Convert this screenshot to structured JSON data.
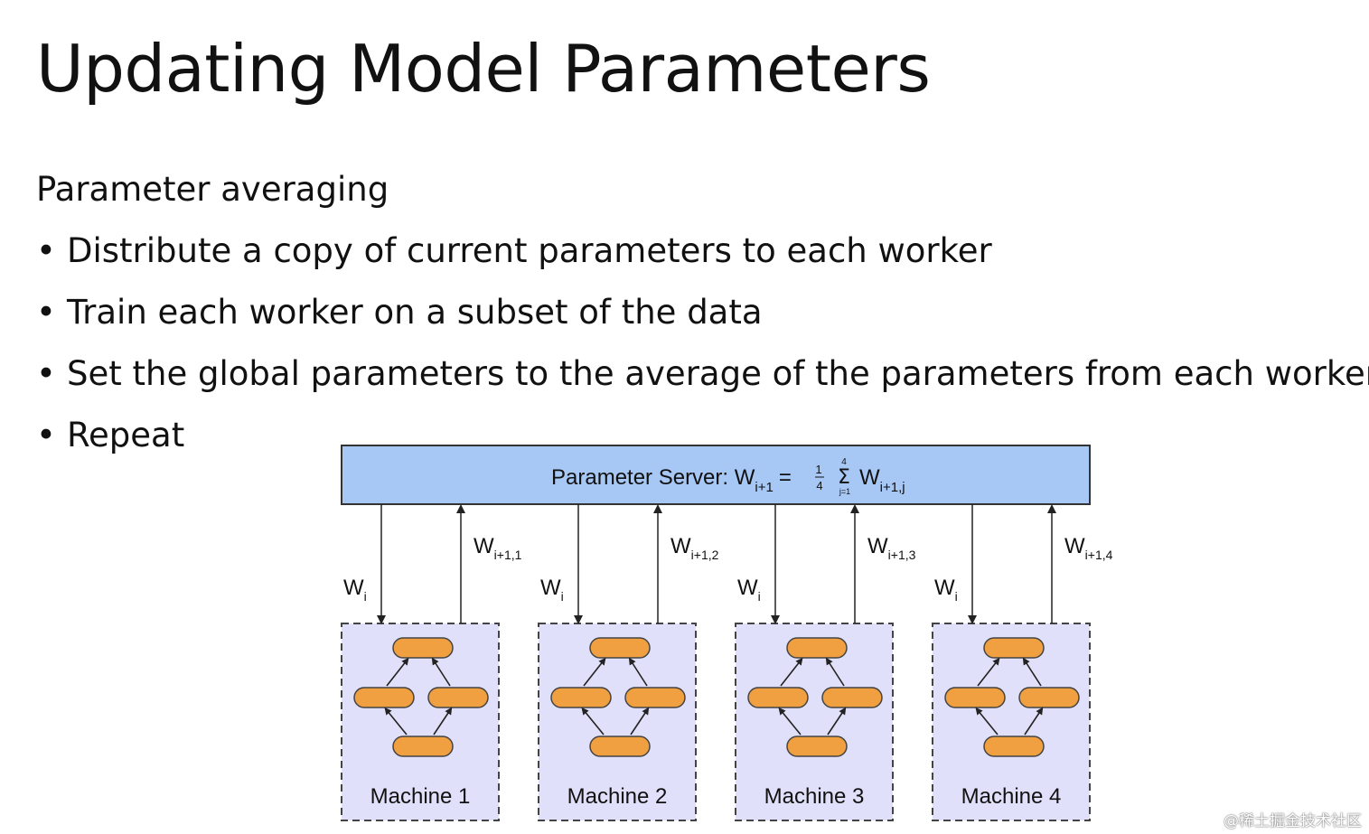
{
  "slide": {
    "title": "Updating Model Parameters",
    "subtitle": "Parameter averaging",
    "bullets": [
      "Distribute a copy of current parameters to each worker",
      "Train each worker on a subset of the data",
      "Set the global parameters to the average of the parameters from each worker",
      "Repeat"
    ]
  },
  "diagram": {
    "server": {
      "label": "Parameter Server: W",
      "label_sub": "i+1",
      "formula_eq": "=",
      "frac_num": "1",
      "frac_den": "4",
      "sum_sym": "Σ",
      "sum_upper": "4",
      "sum_lower": "j=1",
      "term": "W",
      "term_sub": "i+1,j"
    },
    "machines": [
      {
        "label": "Machine 1",
        "down": "W",
        "down_sub": "i",
        "up": "W",
        "up_sub": "i+1,1"
      },
      {
        "label": "Machine 2",
        "down": "W",
        "down_sub": "i",
        "up": "W",
        "up_sub": "i+1,2"
      },
      {
        "label": "Machine 3",
        "down": "W",
        "down_sub": "i",
        "up": "W",
        "up_sub": "i+1,3"
      },
      {
        "label": "Machine 4",
        "down": "W",
        "down_sub": "i",
        "up": "W",
        "up_sub": "i+1,4"
      }
    ],
    "colors": {
      "server_fill": "#a7c8f5",
      "machine_fill": "#e0e0fa",
      "node_fill": "#f0a040",
      "node_stroke": "#444444",
      "arrow": "#222222"
    }
  },
  "watermark": "@稀土掘金技术社区"
}
